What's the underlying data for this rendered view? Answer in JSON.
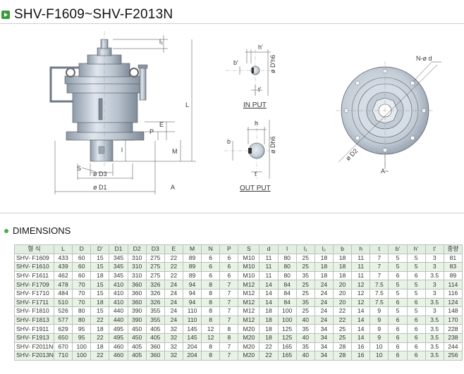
{
  "title": "SHV-F1609~SHV-F2013N",
  "section_title": "DIMENSIONS",
  "drawing_labels": {
    "l1": "l₁",
    "L": "L",
    "E": "E",
    "P": "P",
    "l": "l",
    "M": "M",
    "S": "S",
    "D3": "ø D3",
    "D1": "ø D1",
    "A": "A",
    "h_prime": "h'",
    "b_prime": "b'",
    "D_prime_h6": "ø D'h6",
    "t_prime": "t'",
    "in_put": "IN  PUT",
    "h": "h",
    "b": "b",
    "Dh6": "ø Dh6",
    "t": "t",
    "out_put": "OUT  PUT",
    "N_d": "N-ø d",
    "D2": "ø D2",
    "A_tilde": "A~"
  },
  "table": {
    "headers": [
      "형 식",
      "L",
      "D",
      "D'",
      "D1",
      "D2",
      "D3",
      "E",
      "M",
      "N",
      "P",
      "S",
      "d",
      "l",
      "l₁",
      "l₂",
      "b",
      "h",
      "t",
      "b'",
      "h'",
      "t'",
      "중량"
    ],
    "rows": [
      [
        "SHV- F1609",
        "433",
        "60",
        "15",
        "345",
        "310",
        "275",
        "22",
        "89",
        "6",
        "6",
        "M10",
        "11",
        "80",
        "25",
        "18",
        "18",
        "11",
        "7",
        "5",
        "5",
        "3",
        "81"
      ],
      [
        "SHV- F1610",
        "439",
        "60",
        "15",
        "345",
        "310",
        "275",
        "22",
        "89",
        "6",
        "6",
        "M10",
        "11",
        "80",
        "25",
        "18",
        "18",
        "11",
        "7",
        "5",
        "5",
        "3",
        "83"
      ],
      [
        "SHV- F1611",
        "462",
        "60",
        "18",
        "345",
        "310",
        "275",
        "22",
        "89",
        "6",
        "6",
        "M10",
        "11",
        "80",
        "35",
        "18",
        "18",
        "11",
        "7",
        "6",
        "6",
        "3.5",
        "89"
      ],
      [
        "SHV- F1709",
        "478",
        "70",
        "15",
        "410",
        "360",
        "326",
        "24",
        "94",
        "8",
        "7",
        "M12",
        "14",
        "84",
        "25",
        "24",
        "20",
        "12",
        "7.5",
        "5",
        "5",
        "3",
        "114"
      ],
      [
        "SHV- F1710",
        "484",
        "70",
        "15",
        "410",
        "360",
        "326",
        "24",
        "94",
        "8",
        "7",
        "M12",
        "14",
        "84",
        "25",
        "24",
        "20",
        "12",
        "7.5",
        "5",
        "5",
        "3",
        "116"
      ],
      [
        "SHV- F1711",
        "510",
        "70",
        "18",
        "410",
        "360",
        "326",
        "24",
        "94",
        "8",
        "7",
        "M12",
        "14",
        "84",
        "35",
        "24",
        "20",
        "12",
        "7.5",
        "6",
        "6",
        "3.5",
        "124"
      ],
      [
        "SHV- F1810",
        "526",
        "80",
        "15",
        "440",
        "390",
        "355",
        "24",
        "110",
        "8",
        "7",
        "M12",
        "18",
        "100",
        "25",
        "24",
        "22",
        "14",
        "9",
        "5",
        "5",
        "3",
        "148"
      ],
      [
        "SHV- F1813",
        "577",
        "80",
        "22",
        "440",
        "390",
        "355",
        "24",
        "110",
        "8",
        "7",
        "M12",
        "18",
        "100",
        "40",
        "24",
        "22",
        "14",
        "9",
        "6",
        "6",
        "3.5",
        "170"
      ],
      [
        "SHV- F1911",
        "629",
        "95",
        "18",
        "495",
        "450",
        "405",
        "32",
        "145",
        "12",
        "8",
        "M20",
        "18",
        "125",
        "35",
        "34",
        "25",
        "14",
        "9",
        "6",
        "6",
        "3.5",
        "228"
      ],
      [
        "SHV- F1913",
        "650",
        "95",
        "22",
        "495",
        "450",
        "405",
        "32",
        "145",
        "12",
        "8",
        "M20",
        "18",
        "125",
        "40",
        "34",
        "25",
        "14",
        "9",
        "6",
        "6",
        "3.5",
        "238"
      ],
      [
        "SHV- F2011N",
        "670",
        "100",
        "18",
        "460",
        "405",
        "360",
        "32",
        "204",
        "8",
        "7",
        "M20",
        "22",
        "165",
        "35",
        "34",
        "28",
        "16",
        "10",
        "6",
        "6",
        "3.5",
        "244"
      ],
      [
        "SHV- F2013N",
        "710",
        "100",
        "22",
        "460",
        "405",
        "360",
        "32",
        "204",
        "8",
        "7",
        "M20",
        "22",
        "165",
        "40",
        "34",
        "28",
        "16",
        "10",
        "6",
        "6",
        "3.5",
        "256"
      ]
    ]
  },
  "colors": {
    "accent_green": "#3c9a3c",
    "header_bg": "#e3eee3",
    "alt_row_bg": "#e8f3e6",
    "metal": "#c9d3dd"
  }
}
